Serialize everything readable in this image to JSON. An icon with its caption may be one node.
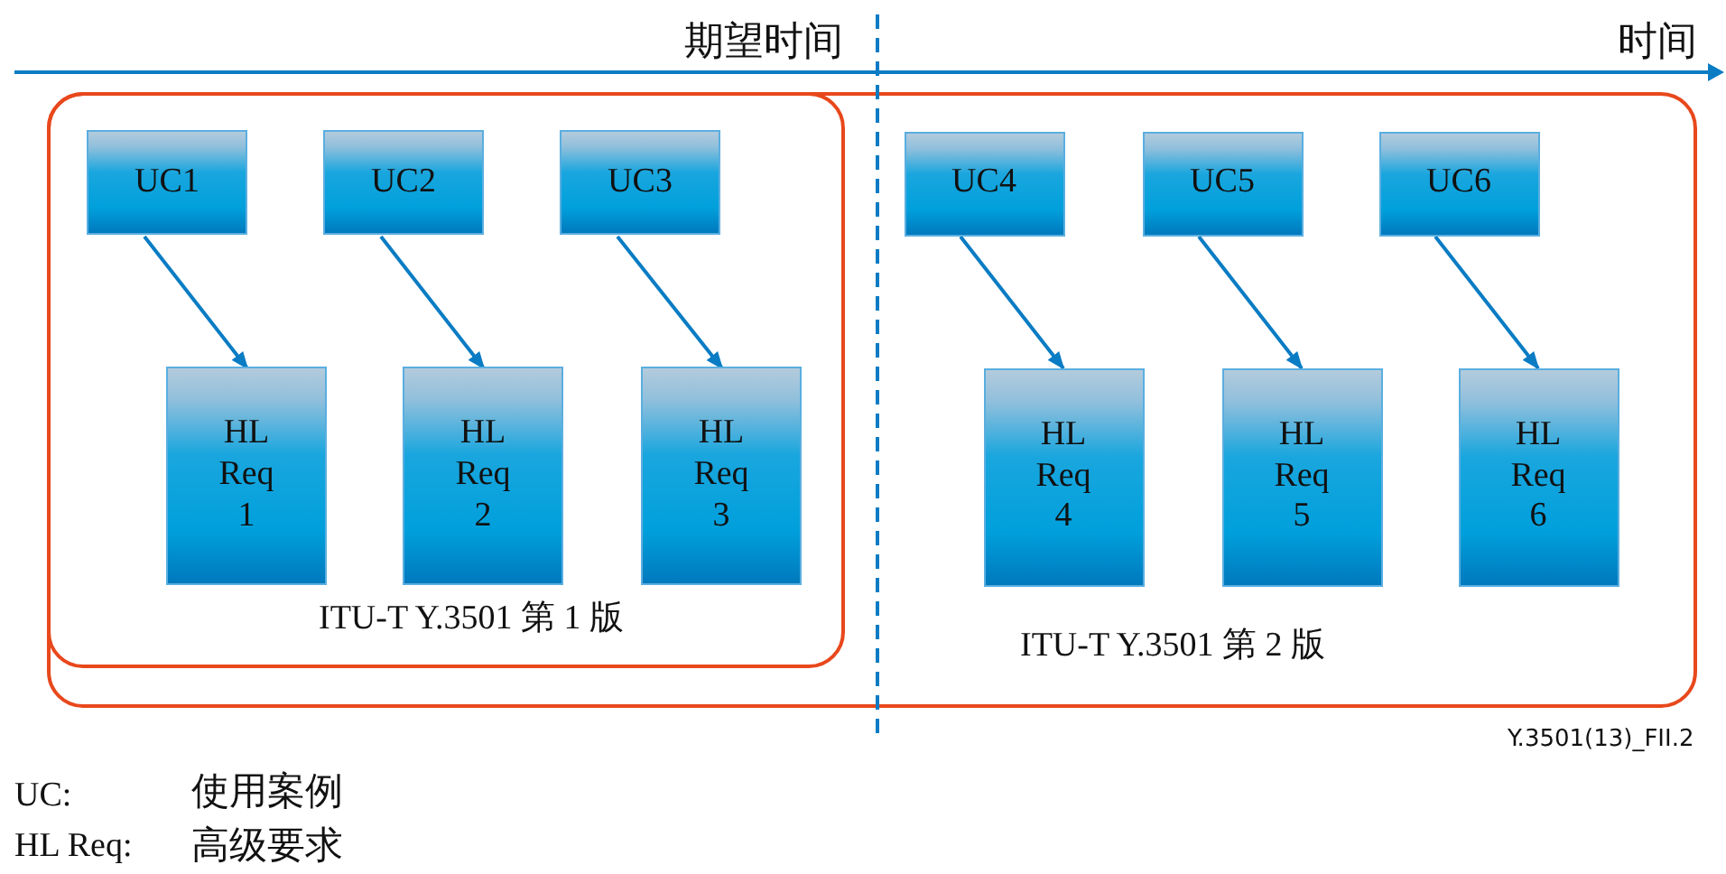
{
  "diagram": {
    "nodes": [
      {
        "text": [
          "ITU-T Y.3501 第 2 版"
        ]
      },
      {
        "text": [
          "ITU-T Y.3501 第 1 版"
        ],
        "in": 0
      },
      {
        "text": [
          "UC1"
        ],
        "in": 1
      },
      {
        "text": [
          "UC2"
        ],
        "in": 1
      },
      {
        "text": [
          "UC3"
        ],
        "in": 1
      },
      {
        "text": [
          "HL Req 1"
        ],
        "in": 1
      },
      {
        "text": [
          "HL Req 2"
        ],
        "in": 1
      },
      {
        "text": [
          "HL Req 3"
        ],
        "in": 1
      },
      {
        "text": [
          "UC4"
        ],
        "in": 0
      },
      {
        "text": [
          "UC5"
        ],
        "in": 0
      },
      {
        "text": [
          "UC6"
        ],
        "in": 0
      },
      {
        "text": [
          "HL Req 4"
        ],
        "in": 0
      },
      {
        "text": [
          "HL Req 5"
        ],
        "in": 0
      },
      {
        "text": [
          "HL Req 6"
        ],
        "in": 0
      }
    ],
    "edges": [
      {
        "from": 2,
        "to": 5,
        "arrow": "to"
      },
      {
        "from": 3,
        "to": 6,
        "arrow": "to"
      },
      {
        "from": 4,
        "to": 7,
        "arrow": "to"
      },
      {
        "from": 8,
        "to": 11,
        "arrow": "to"
      },
      {
        "from": 9,
        "to": 12,
        "arrow": "to"
      },
      {
        "from": 10,
        "to": 13,
        "arrow": "to"
      }
    ],
    "labels": [
      "期望时间",
      "时间",
      "Y.3501(13)_FII.2",
      "UC:",
      "使用案例",
      "HL Req:",
      "高级要求"
    ]
  }
}
